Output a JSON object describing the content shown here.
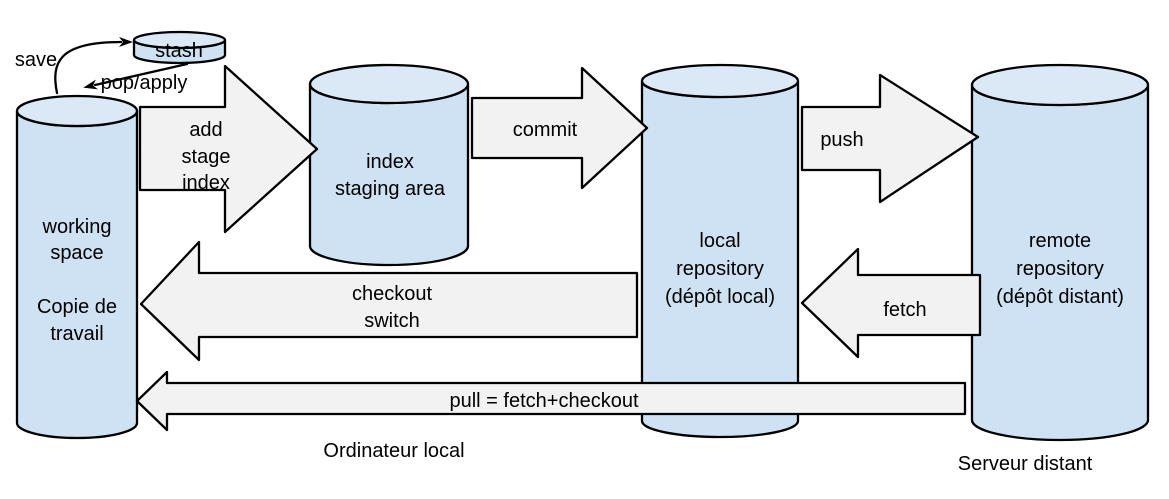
{
  "diagram_title": "git workflow diagram",
  "colors": {
    "background": "#ffffff",
    "cylinder_fill": "#cfe2f3",
    "cylinder_top_fill": "#dbe9f7",
    "arrow_fill": "#f2f2f2",
    "outline": "#000000",
    "text": "#000000"
  },
  "nodes": {
    "stash": {
      "label": "stash"
    },
    "working_space": {
      "lines": [
        "working",
        "space",
        "Copie de",
        "travail"
      ]
    },
    "index_staging": {
      "lines": [
        "index",
        "staging area"
      ]
    },
    "local_repo": {
      "lines": [
        "local",
        "repository",
        "(dépôt local)"
      ]
    },
    "remote_repo": {
      "lines": [
        "remote",
        "repository",
        "(dépôt distant)"
      ]
    }
  },
  "arrows": {
    "save": {
      "label": "save"
    },
    "pop_apply": {
      "label": "pop/apply"
    },
    "add": {
      "lines": [
        "add",
        "stage",
        "index"
      ]
    },
    "commit": {
      "label": "commit"
    },
    "push": {
      "label": "push"
    },
    "fetch": {
      "label": "fetch"
    },
    "checkout": {
      "lines": [
        "checkout",
        "switch"
      ]
    },
    "pull": {
      "label": "pull = fetch+checkout"
    }
  },
  "captions": {
    "local_machine": "Ordinateur local",
    "remote_server": "Serveur distant"
  }
}
